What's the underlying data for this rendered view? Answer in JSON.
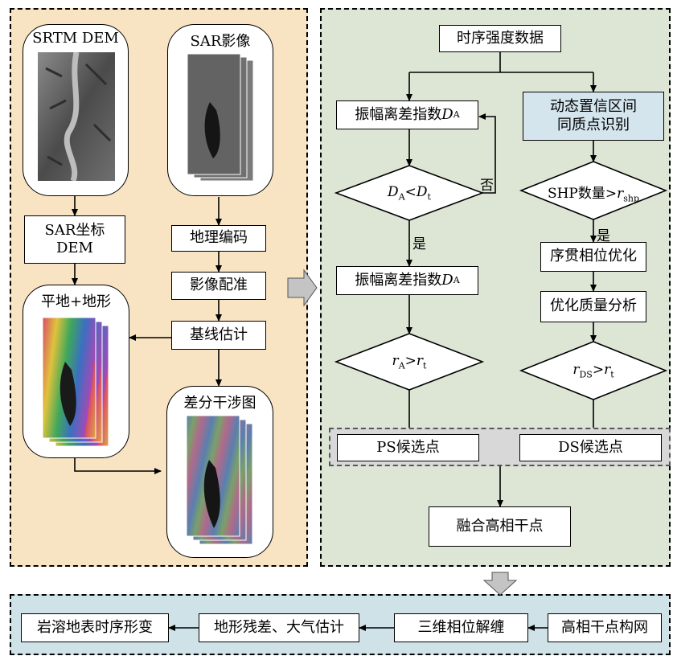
{
  "left_panel": {
    "srtm": "SRTM DEM",
    "sar_image": "SAR影像",
    "sar_dem_line1": "SAR坐标",
    "sar_dem_line2": "DEM",
    "geocode": "地理编码",
    "coreg": "影像配准",
    "baseline": "基线估计",
    "flat_topo": "平地+地形",
    "diff_ifg": "差分干涉图"
  },
  "right_panel": {
    "time_series": "时序强度数据",
    "amp_disp_1": "振幅离差指数",
    "da_symbol": "D",
    "da_sub": "A",
    "dynamic_line1": "动态置信区间",
    "dynamic_line2": "同质点识别",
    "cond1_left": "D",
    "cond1_left_sub": "A",
    "cond1_op": "<",
    "cond1_right": "D",
    "cond1_right_sub": "t",
    "no_label": "否",
    "yes_label": "是",
    "shp_text": "SHP数量>",
    "shp_r": "r",
    "shp_sub": "shp",
    "yes_label2": "是",
    "phase_opt": "序贯相位优化",
    "quality": "优化质量分析",
    "amp_disp_2": "振幅离差指数",
    "cond_ra_r": "r",
    "cond_ra_sub": "A",
    "cond_ra_op": ">",
    "cond_rt_r": "r",
    "cond_rt_sub": "t",
    "cond_rds_r": "r",
    "cond_rds_sub": "DS",
    "cond_rds_op": ">",
    "cond_rds_rt": "r",
    "cond_rds_rt_sub": "t",
    "ps_cand": "PS候选点",
    "ds_cand": "DS候选点",
    "fusion": "融合高相干点"
  },
  "bottom_panel": {
    "network": "高相干点构网",
    "unwrap": "三维相位解缠",
    "residual": "地形残差、大气估计",
    "deformation": "岩溶地表时序形变"
  },
  "colors": {
    "left_bg": "#f8e3c3",
    "right_bg": "#dde6d5",
    "bottom_bg": "#cfe2e8",
    "dynamic_box": "#d4e5ee",
    "plus_green": "#9ccc7e",
    "arrow_gray": "#c4c4c4"
  }
}
